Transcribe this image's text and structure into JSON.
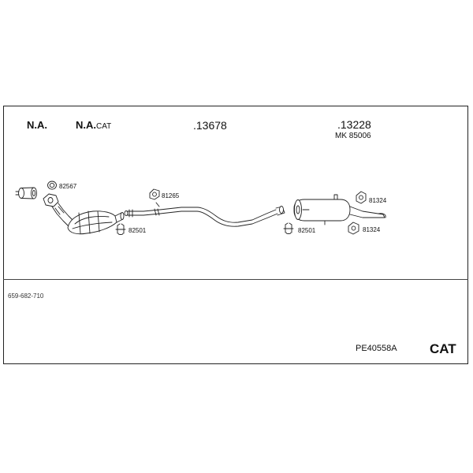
{
  "header": {
    "col1": "N.A.",
    "col2_main": "N.A.",
    "col2_small": "CAT",
    "col3": ".13678",
    "col4": ".13228",
    "col4_sub": "MK 85006"
  },
  "parts": {
    "p82567": "82567",
    "p82501_left": "82501",
    "p81265": "81265",
    "p82501_right": "82501",
    "p81324_top": "81324",
    "p81324_bottom": "81324"
  },
  "footer": {
    "code": "659-682-710",
    "reference": "PE40558A",
    "cat_label": "CAT"
  }
}
